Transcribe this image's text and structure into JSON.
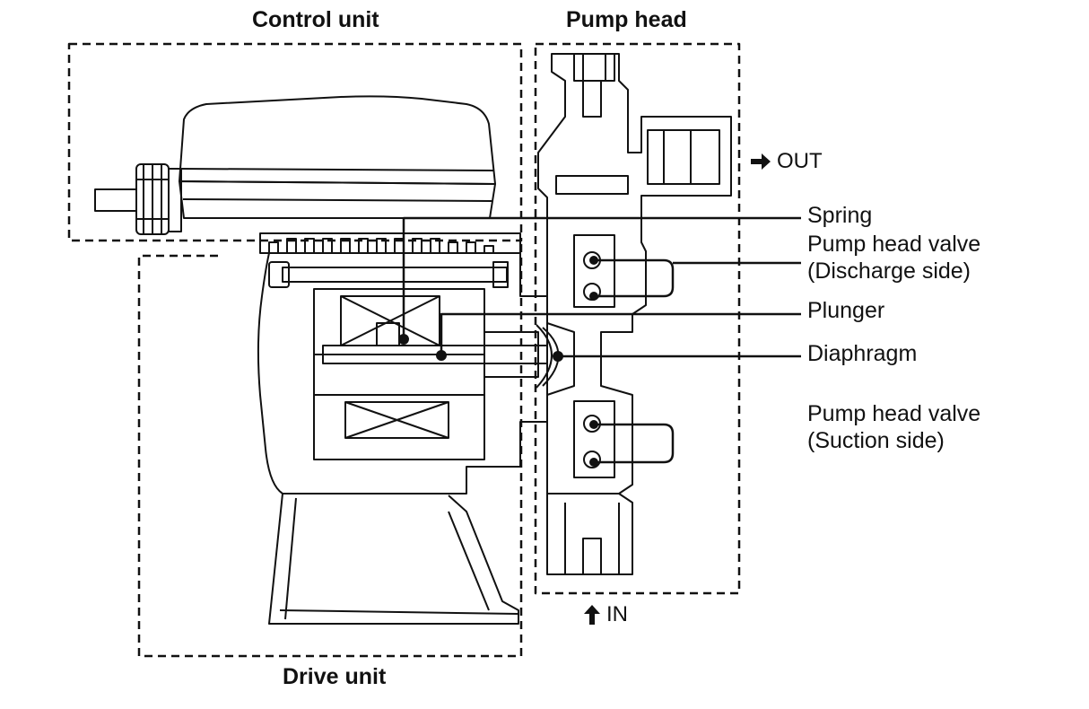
{
  "sections": {
    "control_unit": "Control unit",
    "pump_head": "Pump head",
    "drive_unit": "Drive unit"
  },
  "callouts": {
    "spring": "Spring",
    "discharge_valve_line1": "Pump head valve",
    "discharge_valve_line2": "(Discharge side)",
    "plunger": "Plunger",
    "diaphragm": "Diaphragm",
    "suction_valve_line1": "Pump head valve",
    "suction_valve_line2": "(Suction side)"
  },
  "ports": {
    "out": "OUT",
    "in": "IN"
  },
  "colors": {
    "line": "#111111",
    "background": "#ffffff"
  },
  "icons": {
    "out_arrow": "arrow-right-icon",
    "in_arrow": "arrow-up-icon"
  }
}
